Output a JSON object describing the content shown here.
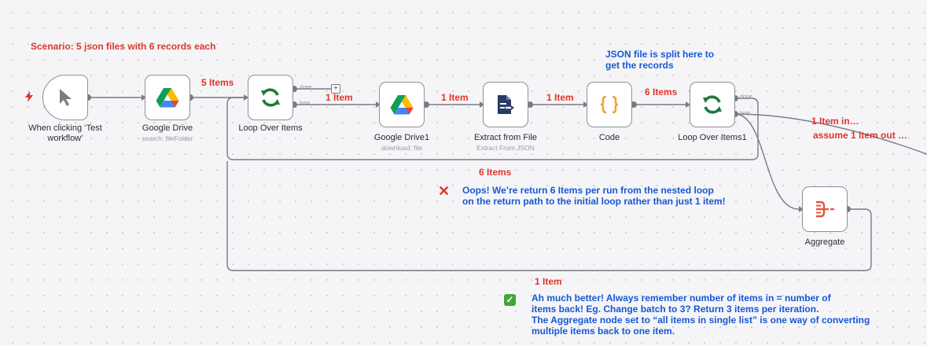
{
  "scenario_note": "Scenario: 5 json files with 6 records each",
  "split_note": {
    "line1": "JSON file is split here to",
    "line2": "get the records"
  },
  "oops_note": {
    "line1": "Oops! We’re return 6 Items per run from the nested loop",
    "line2": "on the return path to the initial loop rather than just 1 item!"
  },
  "better_note": {
    "line1": "Ah much better! Always remember number of items in = number of",
    "line2": "items back! Eg. Change batch to 3? Return 3 items per iteration.",
    "line3": "The Aggregate node set to “all items in single list” is one way of converting",
    "line4": "multiple items back to one item."
  },
  "item_in_note": "1 Item in…",
  "item_out_note": "assume 1 item out …",
  "edge_counts": {
    "drive_to_loop": "5 Items",
    "loop_to_drive1": "1 Item",
    "drive1_to_extract": "1 Item",
    "extract_to_code": "1 Item",
    "code_to_loop1": "6 Items",
    "loop1_return": "6 Items",
    "aggregate_return": "1 Item"
  },
  "nodes": {
    "trigger": {
      "label_line1": "When clicking ‘Test",
      "label_line2": "workflow’"
    },
    "gdrive": {
      "label": "Google Drive",
      "sub": "search: fileFolder"
    },
    "loop": {
      "label": "Loop Over Items",
      "port_done": "done",
      "port_loop": "loop"
    },
    "gdrive1": {
      "label": "Google Drive1",
      "sub": "download: file"
    },
    "extract": {
      "label": "Extract from File",
      "sub": "Extract From JSON"
    },
    "code": {
      "label": "Code"
    },
    "loop1": {
      "label": "Loop Over Items1",
      "port_done": "done",
      "port_loop": "loop"
    },
    "aggregate": {
      "label": "Aggregate"
    }
  },
  "icons": {
    "trigger": "cursor-icon",
    "gdrive": "google-drive-icon",
    "loop": "loop-arrows-icon",
    "extract": "file-extract-icon",
    "code": "curly-braces-icon",
    "aggregate": "aggregate-icon",
    "error": "red-cross-icon",
    "success": "green-checkmark-icon",
    "trigger_marker": "lightning-bolt-icon"
  },
  "colors": {
    "canvas": "#f5f5f7",
    "edge": "#7a7a85",
    "warning_red": "#e0352b",
    "note_blue": "#1558d6",
    "loop_green": "#1f7a3c",
    "code_orange": "#f0a33a"
  }
}
